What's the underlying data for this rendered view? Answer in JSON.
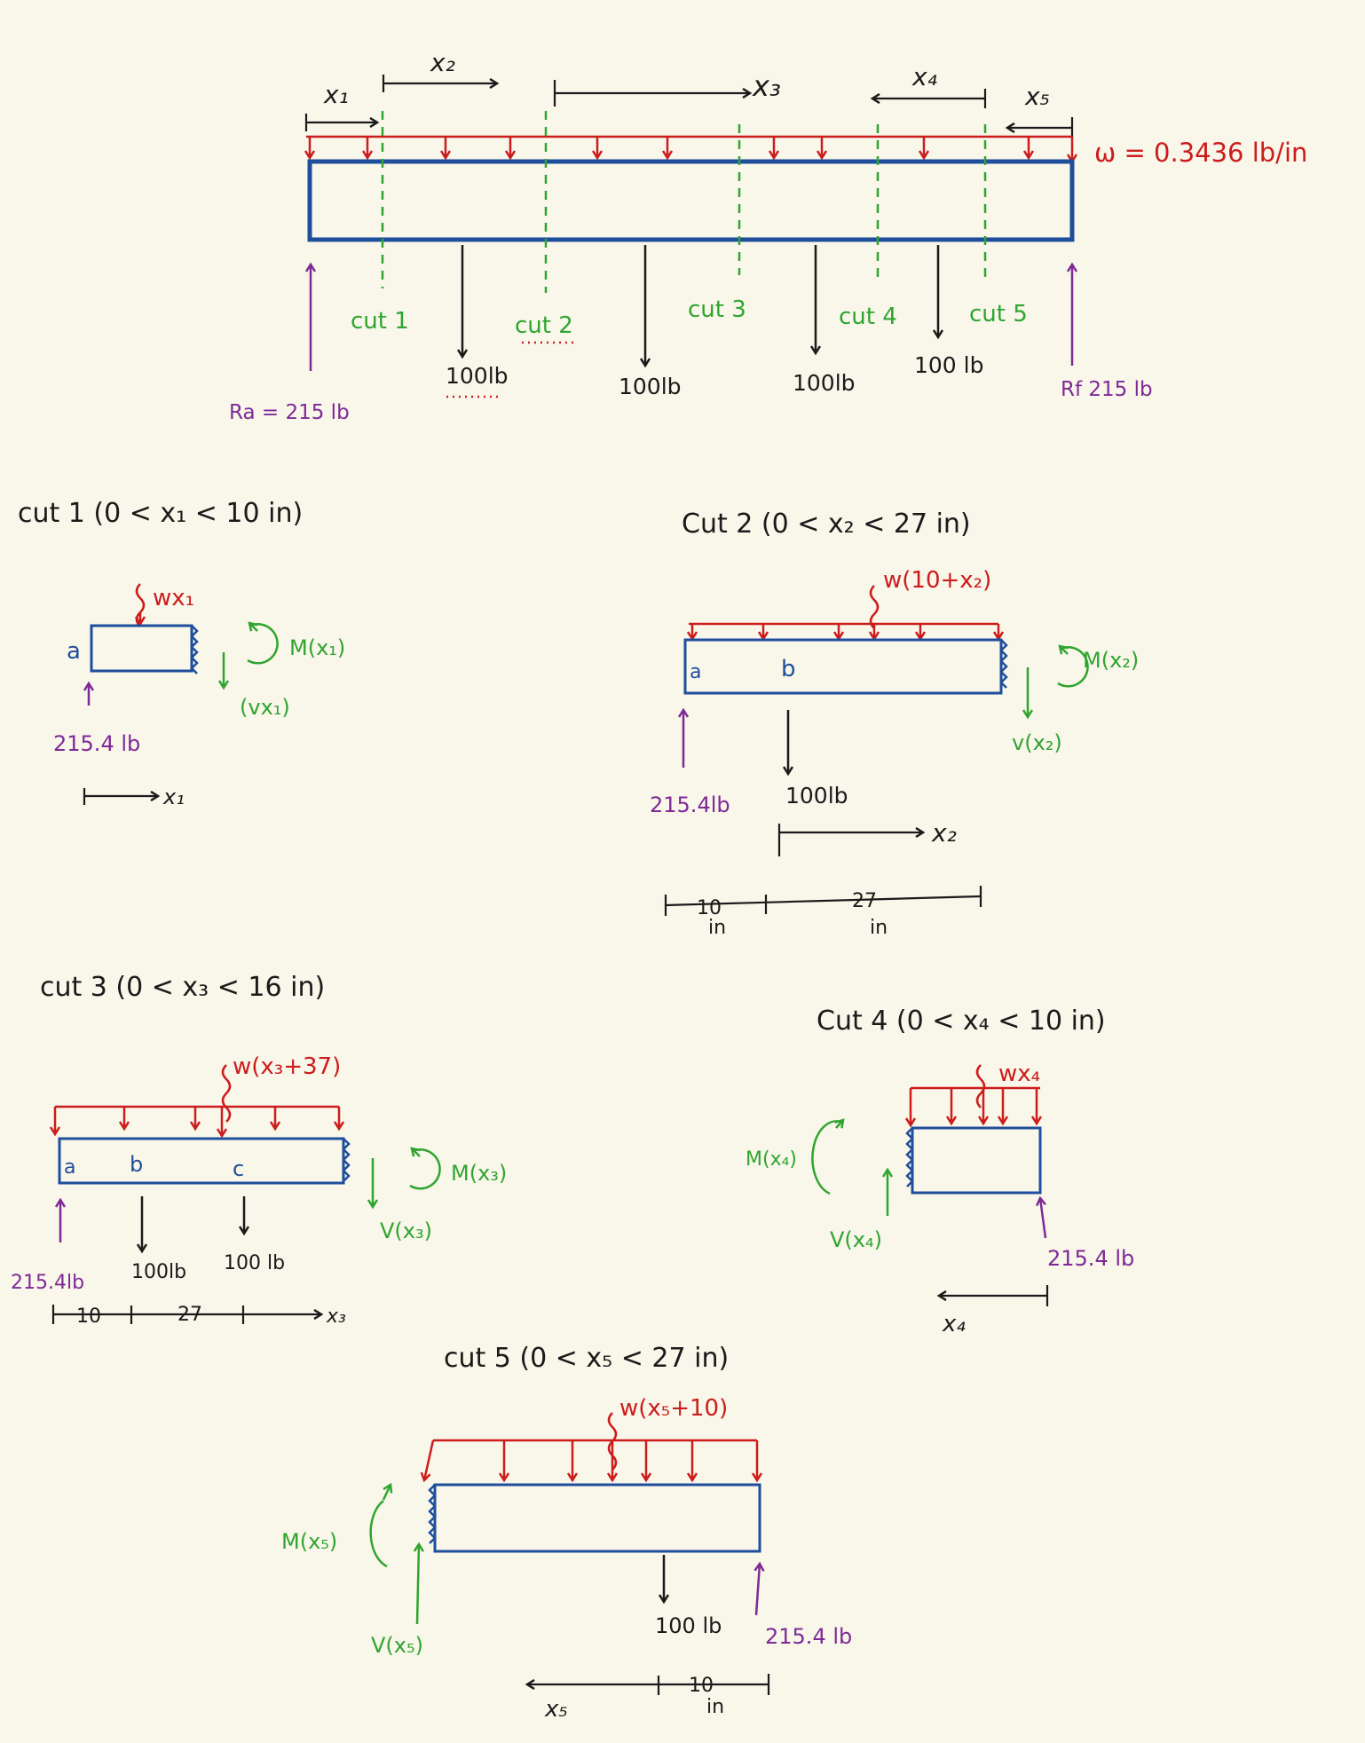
{
  "colors": {
    "blue": "#1f4e9c",
    "red": "#cc1c1c",
    "green": "#2fa52f",
    "purple": "#7e2a96",
    "black": "#1a1a1a",
    "background": "#f9f6ea"
  },
  "main": {
    "x1": "x₁",
    "x2": "x₂",
    "x3": "x₃",
    "x4": "x₄",
    "x5": "x₅",
    "w": "ω = 0.3436 lb/in",
    "cuts": [
      "cut 1",
      "cut 2",
      "cut 3",
      "cut 4",
      "cut 5"
    ],
    "loads": [
      "100lb",
      "100lb",
      "100lb",
      "100 lb"
    ],
    "ra": "Ra = 215 lb",
    "rf": "Rf 215 lb"
  },
  "cut1": {
    "title": "cut 1 (0 < x₁ < 10 in)",
    "w": "wx₁",
    "a": "a",
    "m": "M(x₁)",
    "v": "(vx₁)",
    "r": "215.4 lb",
    "x": "x₁"
  },
  "cut2": {
    "title": "Cut 2 (0 < x₂ < 27 in)",
    "w": "w(10+x₂)",
    "a": "a",
    "b": "b",
    "m": "M(x₂)",
    "v": "v(x₂)",
    "r": "215.4lb",
    "p": "100lb",
    "x": "x₂",
    "d1": "10",
    "d1u": "in",
    "d2": "27",
    "d2u": "in"
  },
  "cut3": {
    "title": "cut 3 (0 < x₃ < 16 in)",
    "w": "w(x₃+37)",
    "a": "a",
    "b": "b",
    "c": "c",
    "m": "M(x₃)",
    "v": "V(x₃)",
    "r": "215.4lb",
    "p1": "100lb",
    "p2": "100 lb",
    "d1": "10",
    "d2": "27",
    "x": "x₃"
  },
  "cut4": {
    "title": "Cut 4 (0 < x₄ < 10 in)",
    "w": "wx₄",
    "m": "M(x₄)",
    "v": "V(x₄)",
    "r": "215.4 lb",
    "x": "x₄"
  },
  "cut5": {
    "title": "cut 5 (0 < x₅ < 27 in)",
    "w": "w(x₅+10)",
    "m": "M(x₅)",
    "v": "V(x₅)",
    "p": "100 lb",
    "r": "215.4 lb",
    "x": "x₅",
    "d": "10",
    "du": "in"
  }
}
